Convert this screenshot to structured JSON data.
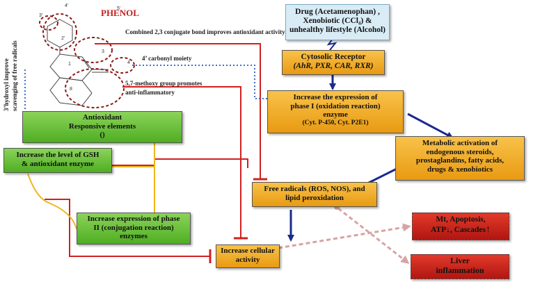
{
  "phenol": {
    "title": "PHENOL",
    "conjugate_note": "Combined 2,3 conjugate bond improves antioxidant activity",
    "carbonyl_note": "4’ carbonyl moiety",
    "methoxy_note_1": "5,7-methoxy group  promotes",
    "methoxy_note_2": "anti-inflammatory",
    "hydroxyl_note_1": "3’hydroxyl improve",
    "hydroxyl_note_2": "scavenging of free radicals",
    "atom_labels": {
      "a4p": "4'",
      "a5p": "5'",
      "a3p": "3'",
      "a2p": "2'",
      "a3": "3",
      "a1": "1",
      "a4": "4",
      "a8": "8"
    }
  },
  "boxes": {
    "drug": [
      "Drug (Acetamenophan) ,",
      "Xenobiotic (CCl₄) &",
      "unhealthy lifestyle (Alcohol)"
    ],
    "receptor": [
      "Cytosolic Receptor",
      "(AhR, PXR, CAR, RXR)"
    ],
    "phase1": [
      "Increase the expression of",
      "phase I (oxidation reaction)",
      "enzyme",
      "(Cyt. P-450, Cyt. P2E1)"
    ],
    "metabolic": [
      "Metabolic activation of",
      "endogenous steroids,",
      "prostaglandins, fatty acids,",
      "drugs & xenobiotics"
    ],
    "free_radicals": [
      "Free radicals (ROS, NOS), and",
      "lipid peroxidation"
    ],
    "are": [
      "Antioxidant",
      "Responsive elements",
      "()"
    ],
    "gsh": [
      "Increase the level of GSH",
      "& antioxidant enzyme"
    ],
    "phase2": [
      "Increase expression of phase",
      "II (conjugation reaction)",
      "enzymes"
    ],
    "cellular": [
      "Increase cellular",
      "activity"
    ],
    "mt": [
      "Mt, Apoptosis,",
      "ATP",
      ", Cascades"
    ],
    "mt_arrows": {
      "down": "↓",
      "up": "↑"
    },
    "liver": [
      "Liver",
      "inflammation"
    ]
  },
  "colors": {
    "inhibit_red": "#d11f1f",
    "activate_blue": "#1a2a8c",
    "dotted_blue": "#3d6fc9",
    "yellow_line": "#f0b51c",
    "pink_dashed": "#d9a3a3",
    "ring_dash": "#8b1a1a"
  }
}
